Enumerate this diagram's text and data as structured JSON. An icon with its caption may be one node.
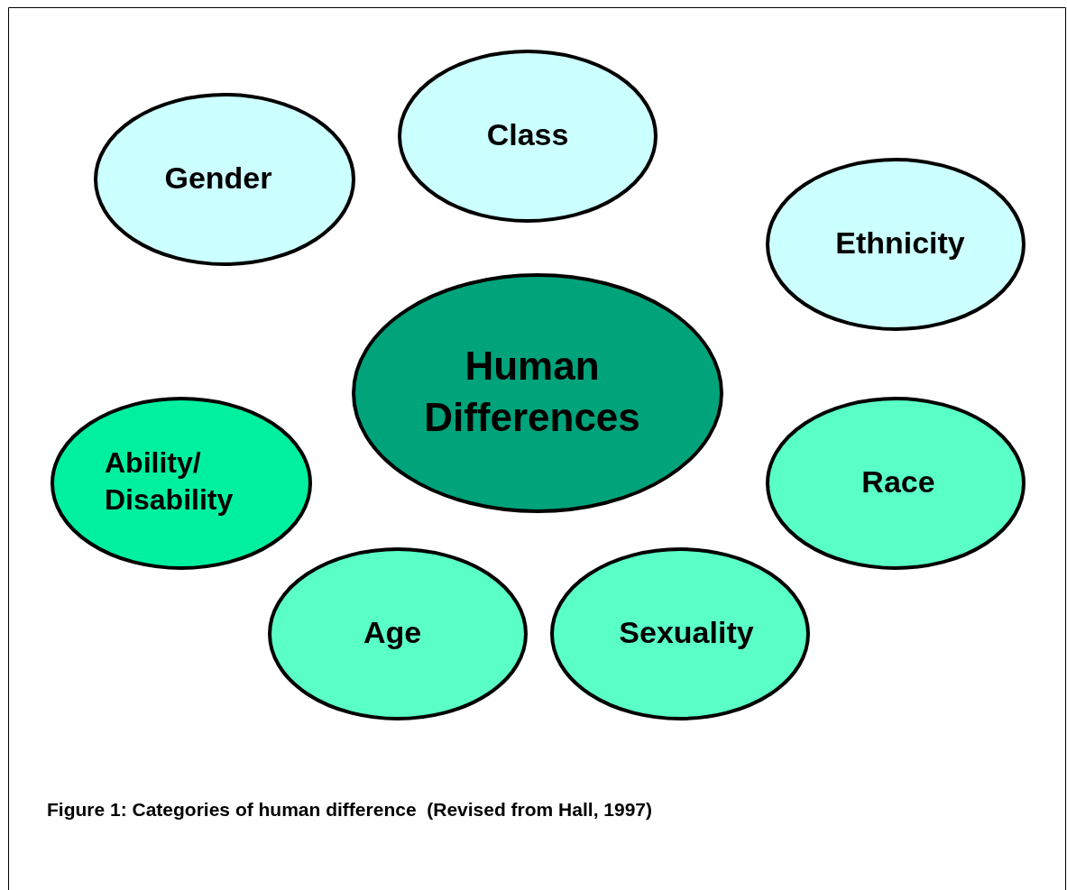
{
  "diagram": {
    "caption": "Figure 1: Categories of human difference  (Revised from Hall, 1997)",
    "nodes": [
      {
        "text": [
          "Class"
        ]
      },
      {
        "text": [
          "Gender"
        ]
      },
      {
        "text": [
          "Ethnicity"
        ]
      },
      {
        "text": [
          "Human Differences"
        ]
      },
      {
        "text": [
          "Race"
        ]
      },
      {
        "text": [
          "Ability/ Disability"
        ]
      },
      {
        "text": [
          "Age"
        ]
      },
      {
        "text": [
          "Sexuality"
        ]
      }
    ]
  }
}
